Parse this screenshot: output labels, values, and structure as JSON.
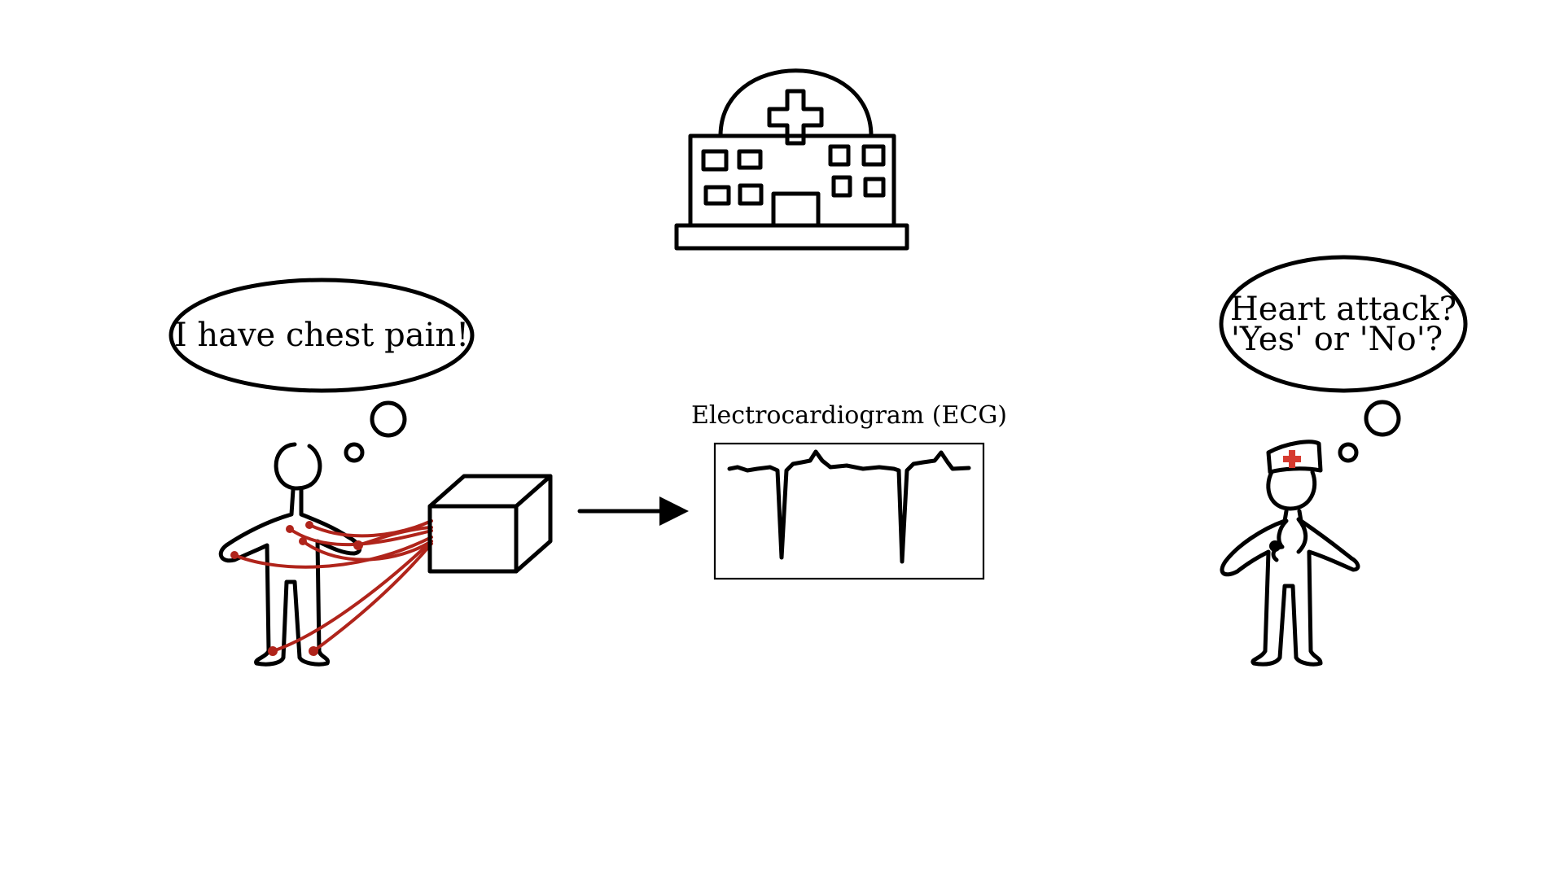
{
  "patient_thought": "I have chest pain!",
  "ecg_caption": "Electrocardiogram (ECG)",
  "doctor_thought": {
    "line1": "Heart attack?",
    "line2": "'Yes' or 'No'?"
  },
  "colors": {
    "ink": "#000000",
    "electrode_wire": "#b0241b",
    "medical_cross": "#d63a2f",
    "background": "#ffffff"
  },
  "icons": [
    "hospital-icon",
    "patient-figure",
    "ecg-device-icon",
    "arrow-icon",
    "ecg-monitor",
    "doctor-figure"
  ]
}
